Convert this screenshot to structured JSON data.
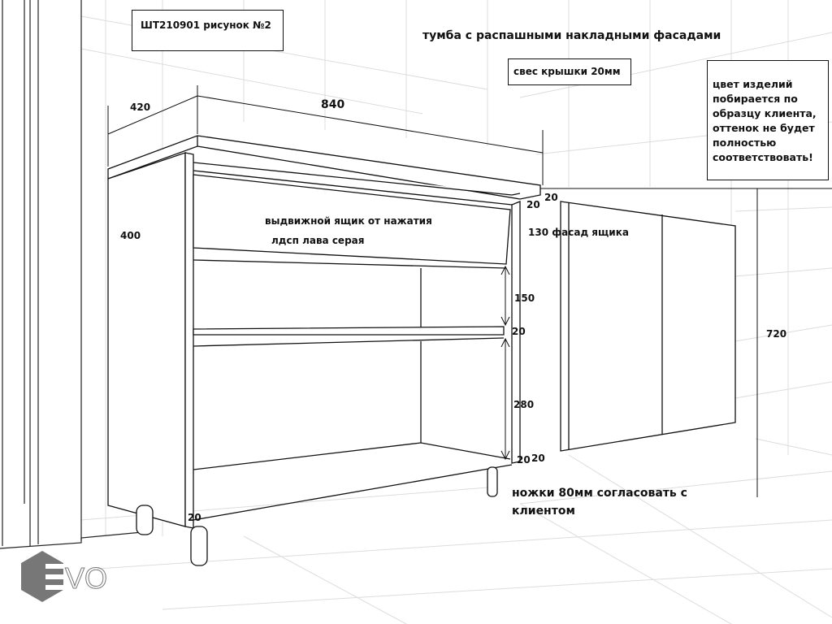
{
  "title_box": "ШТ210901 рисунок №2",
  "heading": "тумба с распашными накладными фасадами",
  "overhang_note": "свес крышки 20мм",
  "color_note": "цвет изделий\nпобирается по\nобразцу клиента,\nоттенок не будет\nполностью\nсоответствовать!",
  "dimensions": {
    "depth": "420",
    "width": "840",
    "height_side": "400",
    "top_thickness": "20",
    "panel_thickness_top": "20",
    "drawer_front": "130 фасад ящика",
    "drawer_space": "150",
    "shelf_thickness": "20",
    "lower_space": "280",
    "bottom_thickness_a": "20",
    "bottom_thickness_b": "20",
    "bottom_left": "20",
    "total_height": "720"
  },
  "drawer_note_1": "выдвижной ящик от нажатия",
  "drawer_note_2": "лдсп лава серая",
  "legs_note_1": "ножки 80мм согласовать с",
  "legs_note_2": "клиентом",
  "logo_text": "EVO",
  "colors": {
    "line": "#111111",
    "grid": "#d8d8d8",
    "logo": "#777777"
  }
}
